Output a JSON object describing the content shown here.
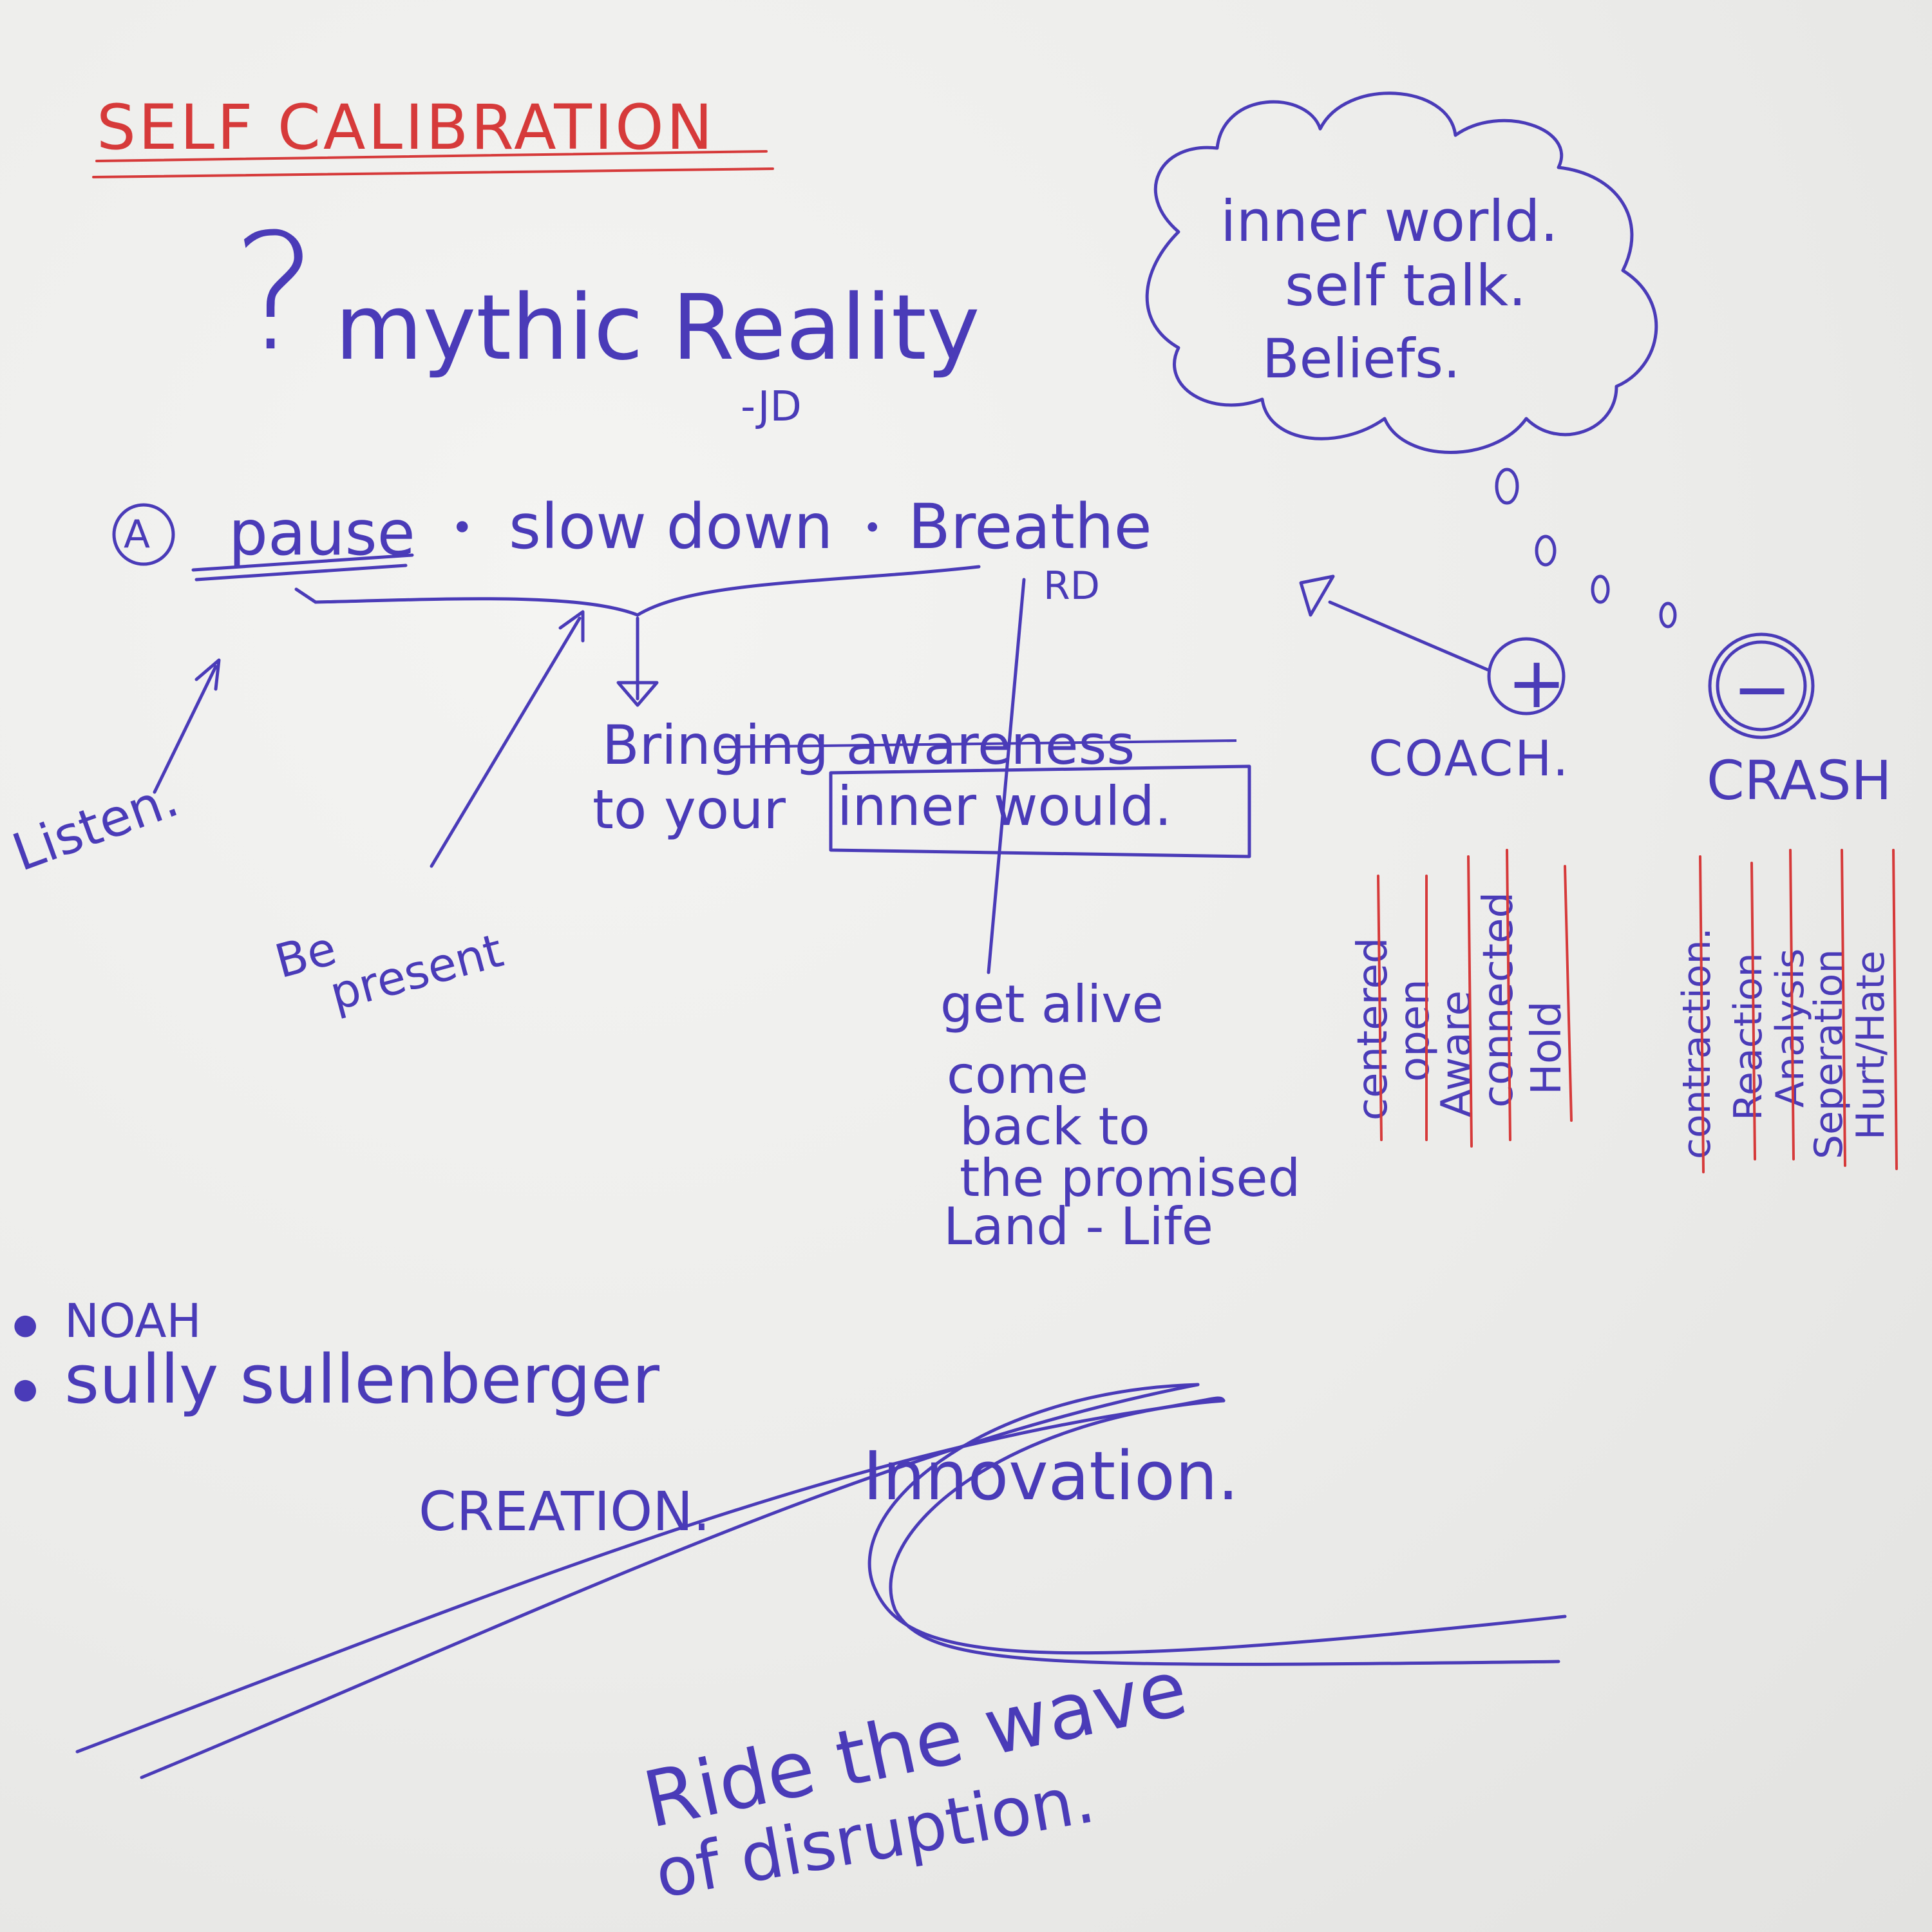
{
  "title": "SELF CALIBRATION",
  "question_mark": "?",
  "mythic_reality": "mythic Reality",
  "mythic_credit": "-JD",
  "cloud": {
    "line1": "inner world.",
    "line2": "self talk.",
    "line3": "Beliefs."
  },
  "step_marker": "A",
  "steps": {
    "pause": "pause",
    "slow_down": "slow down",
    "breathe": "Breathe",
    "bullet": "•"
  },
  "rd_credit": "RD",
  "awareness": {
    "line1": "Bringing awareness",
    "line2_prefix": "to your",
    "inner_world": "inner would."
  },
  "listen": "Listen.",
  "be_present": {
    "line1": "Be",
    "line2": "present"
  },
  "get_alive": {
    "line1": "get alive",
    "line2": "come",
    "line3": "back to",
    "line4": "the promised",
    "line5": "Land - Life"
  },
  "coach": {
    "symbol": "+",
    "label": "COACH.",
    "items": [
      "centered",
      "open",
      "Aware",
      "connected",
      "Hold"
    ]
  },
  "crash": {
    "symbol": "−",
    "label": "CRASH",
    "items": [
      "contraction.",
      "Reaction",
      "Analysis",
      "Seperation",
      "Hurt/Hate"
    ]
  },
  "examples": {
    "bullet": "●",
    "item1": "NOAH",
    "item2": "sully sullenberger"
  },
  "creation": "CREATION.",
  "innovation": "Innovation.",
  "ride": {
    "line1": "Ride the wave",
    "line2": "of disruption."
  },
  "colors": {
    "blue_ink": "#4a3bb8",
    "red_ink": "#d63a3a",
    "paper": "#ececea"
  }
}
